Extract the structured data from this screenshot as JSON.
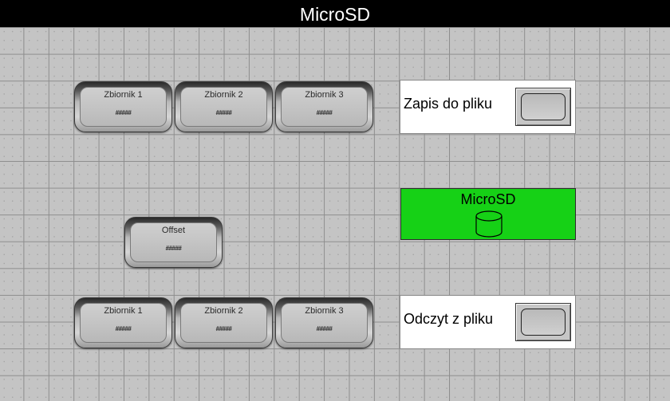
{
  "window": {
    "title": "MicroSD"
  },
  "top_tanks": [
    {
      "label": "Zbiornik 1",
      "value": "#####"
    },
    {
      "label": "Zbiornik 2",
      "value": "#####"
    },
    {
      "label": "Zbiornik 3",
      "value": "#####"
    }
  ],
  "offset": {
    "label": "Offset",
    "value": "#####"
  },
  "bottom_tanks": [
    {
      "label": "Zbiornik 1",
      "value": "#####"
    },
    {
      "label": "Zbiornik 2",
      "value": "#####"
    },
    {
      "label": "Zbiornik 3",
      "value": "#####"
    }
  ],
  "write_panel": {
    "label": "Zapis do pliku"
  },
  "read_panel": {
    "label": "Odczyt z pliku"
  },
  "microsd_status": {
    "label": "MicroSD",
    "icon": "database-icon",
    "color": "#16d116"
  }
}
